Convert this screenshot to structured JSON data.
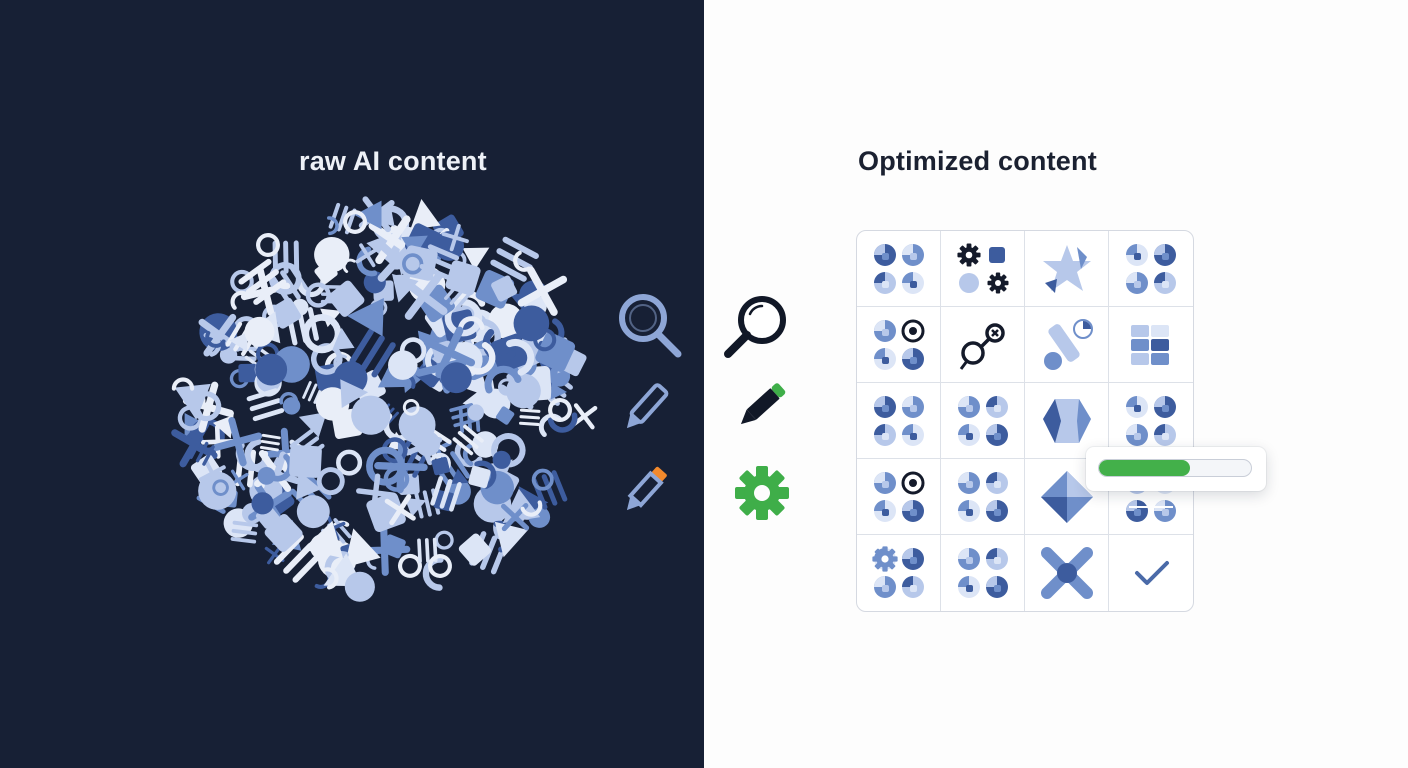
{
  "left_panel": {
    "title": "raw AI content",
    "background": "#172035"
  },
  "right_panel": {
    "title": "Optimized content",
    "background": "#fdfdfd"
  },
  "left_tools": [
    {
      "icon": "magnifier-icon",
      "color": "#8ea6d6"
    },
    {
      "icon": "pen-icon",
      "color": "#8ea6d6"
    },
    {
      "icon": "pencil-icon",
      "color": "#8ea6d6",
      "tip_color": "#f2892c"
    }
  ],
  "right_tools": [
    {
      "icon": "magnifier-icon",
      "color": "#111827"
    },
    {
      "icon": "pen-icon",
      "color": "#111827",
      "tip_color": "#3fae49"
    },
    {
      "icon": "gear-icon",
      "color": "#3fae49"
    }
  ],
  "colors": {
    "blue_dark": "#3d5c9e",
    "blue_mid": "#6f8fca",
    "blue_light": "#b7c8ea",
    "blue_pale": "#dce5f6",
    "ink": "#141a2a",
    "check": "#4a6aa8",
    "progress_fill": "#43b04a"
  },
  "grid": {
    "columns": 4,
    "rows": 5,
    "cells": [
      "mosaic-icon",
      "gears-icon",
      "star-shape-icon",
      "mosaic-icon",
      "target-mosaic-icon",
      "link-nodes-icon",
      "bottle-chart-icon",
      "squares-icon",
      "mosaic-icon",
      "mosaic-icon",
      "hexagon-shape-icon",
      "mosaic-icon",
      "target-mosaic-icon",
      "mosaic-icon",
      "diamond-shape-icon",
      "cross-mosaic-icon",
      "gear-mosaic-icon",
      "mosaic-icon",
      "x-shape-icon",
      "checkmark-icon"
    ]
  },
  "progress": {
    "value": 0.6
  }
}
